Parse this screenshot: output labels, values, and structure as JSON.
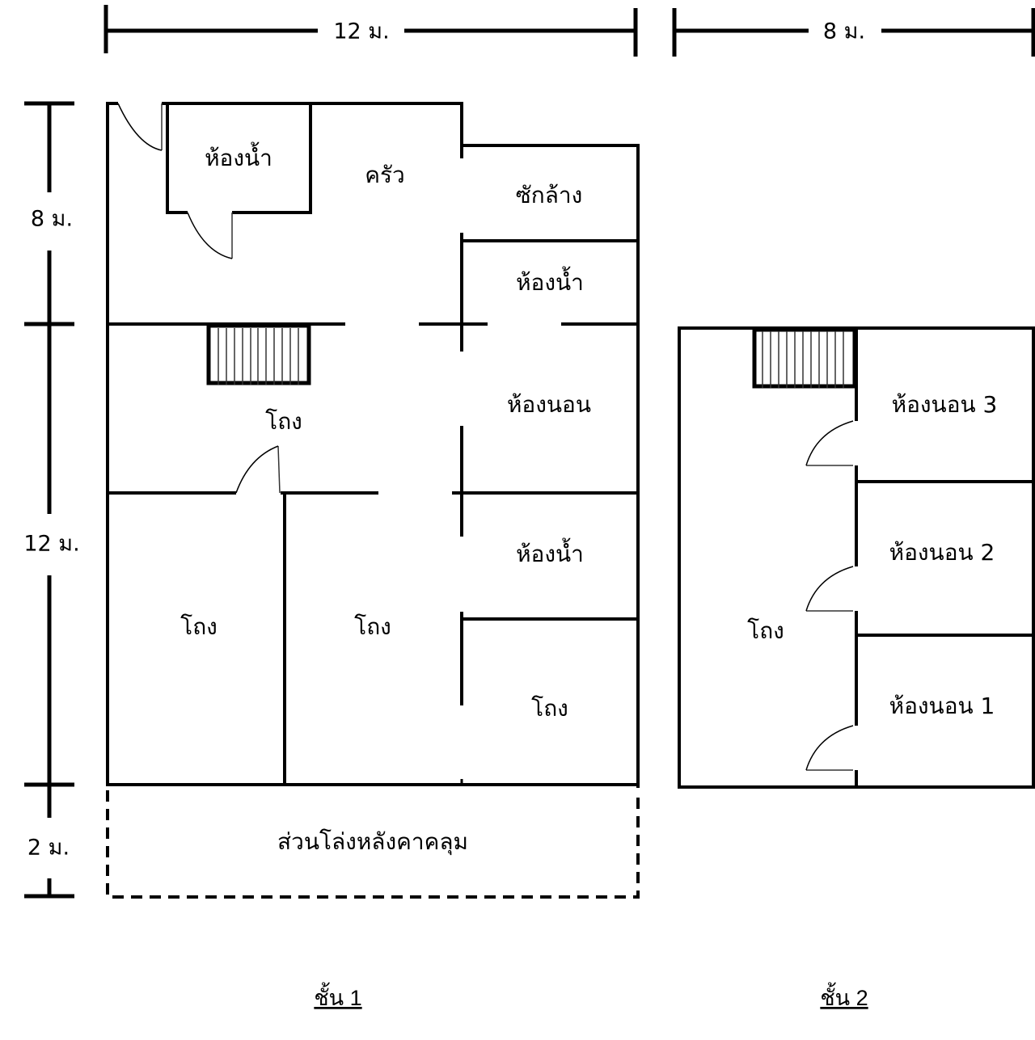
{
  "dimensions": {
    "floor1_width": "12 ม.",
    "floor2_width": "8 ม.",
    "depth_rear": "8 ม.",
    "depth_main": "12 ม.",
    "depth_porch": "2 ม."
  },
  "floor1": {
    "caption": "ชั้น 1",
    "rooms": {
      "bathroom_rear": "ห้องน้ำ",
      "kitchen": "ครัว",
      "laundry": "ซักล้าง",
      "bathroom_side": "ห้องน้ำ",
      "hall_center": "โถง",
      "bedroom": "ห้องนอน",
      "bathroom_front": "ห้องน้ำ",
      "hall_front_left": "โถง",
      "hall_front_middle": "โถง",
      "hall_front_right": "โถง",
      "covered_porch": "ส่วนโล่งหลังคาคลุม"
    }
  },
  "floor2": {
    "caption": "ชั้น 2",
    "rooms": {
      "hall": "โถง",
      "bedroom3": "ห้องนอน 3",
      "bedroom2": "ห้องนอน 2",
      "bedroom1": "ห้องนอน 1"
    }
  }
}
